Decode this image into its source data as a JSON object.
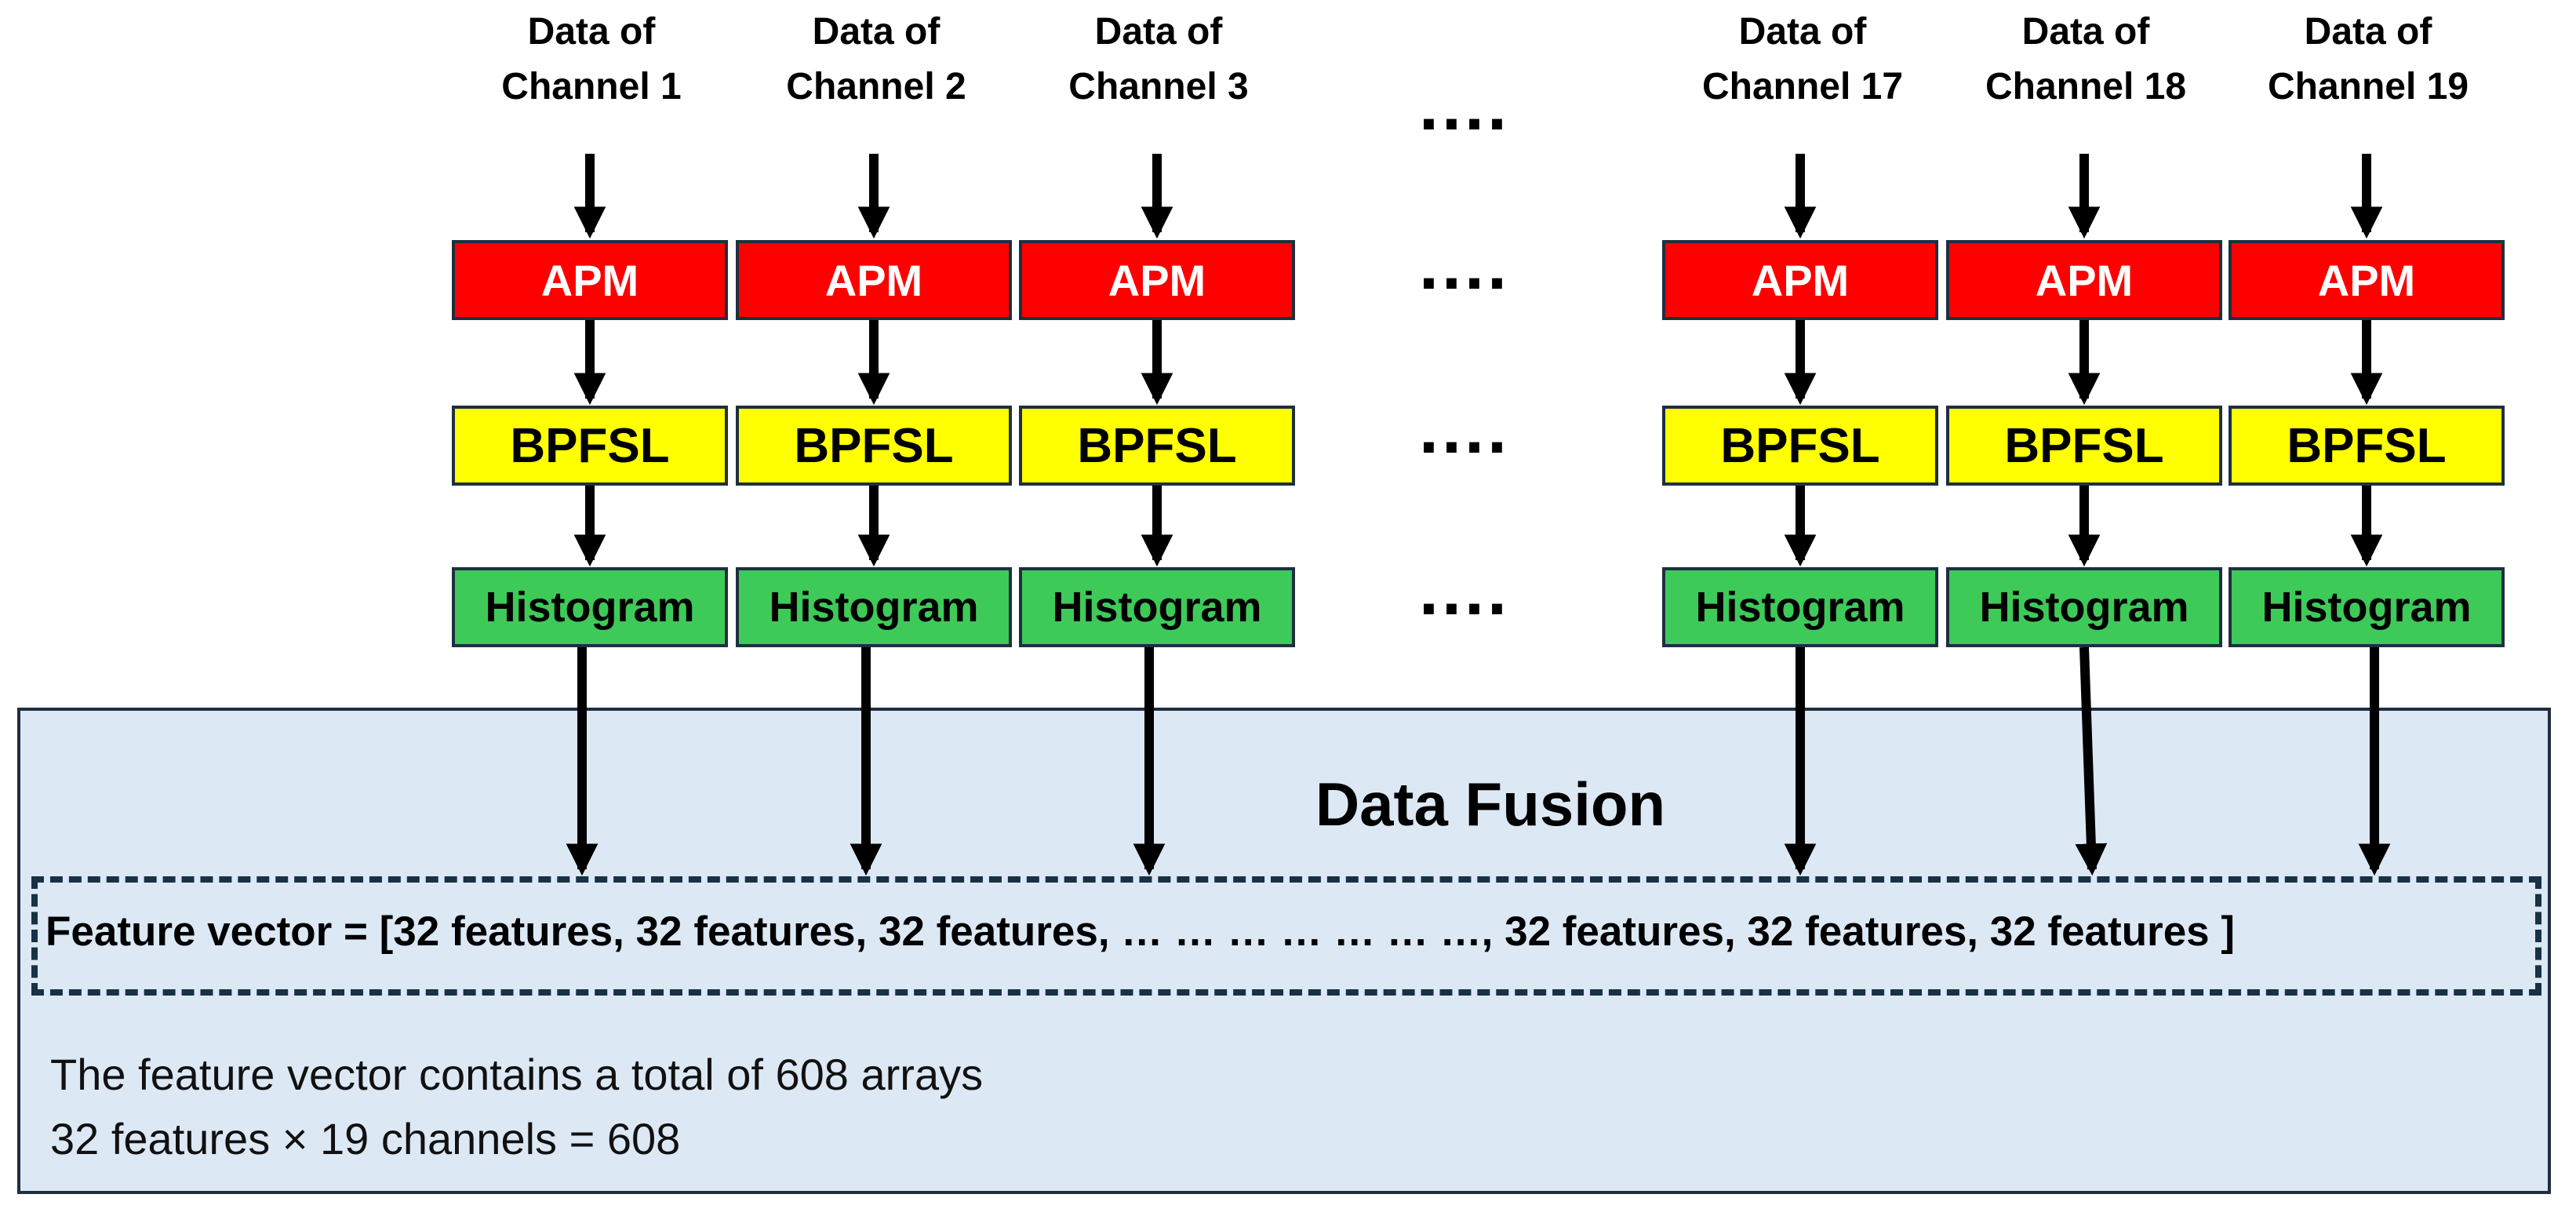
{
  "channels": [
    {
      "header_line1": "Data of",
      "header_line2": "Channel 1",
      "apm": "APM",
      "bpfsl": "BPFSL",
      "histogram": "Histogram"
    },
    {
      "header_line1": "Data of",
      "header_line2": "Channel 2",
      "apm": "APM",
      "bpfsl": "BPFSL",
      "histogram": "Histogram"
    },
    {
      "header_line1": "Data of",
      "header_line2": "Channel 3",
      "apm": "APM",
      "bpfsl": "BPFSL",
      "histogram": "Histogram"
    },
    {
      "header_line1": "Data of",
      "header_line2": "Channel 17",
      "apm": "APM",
      "bpfsl": "BPFSL",
      "histogram": "Histogram"
    },
    {
      "header_line1": "Data of",
      "header_line2": "Channel 18",
      "apm": "APM",
      "bpfsl": "BPFSL",
      "histogram": "Histogram"
    },
    {
      "header_line1": "Data of",
      "header_line2": "Channel 19",
      "apm": "APM",
      "bpfsl": "BPFSL",
      "histogram": "Histogram"
    }
  ],
  "ellipsis": "....",
  "fusion": {
    "title": "Data Fusion",
    "feature_vector": "Feature vector = [32 features,  32 features,  32 features, … … … … … … …, 32 features,  32 features,   32 features  ]",
    "note_line1": "The feature vector contains a total of 608 arrays",
    "note_line2": "32 features × 19 channels = 608"
  },
  "colors": {
    "apm": "#ff0000",
    "bpfsl": "#ffff00",
    "histogram": "#3dca59",
    "fusion_panel": "#dde8f5",
    "border": "#1e2f3f"
  }
}
